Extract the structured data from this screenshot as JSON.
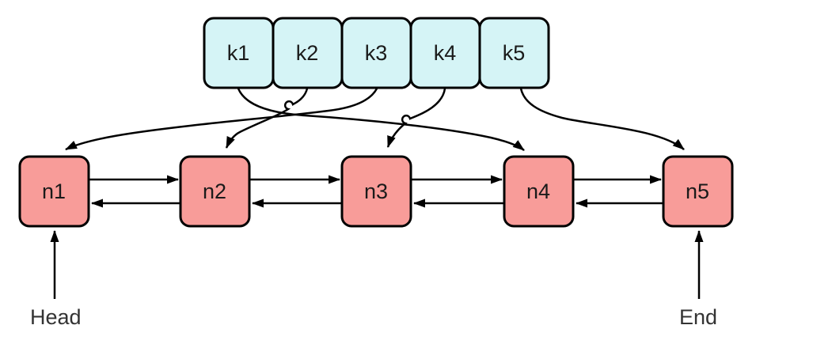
{
  "keys": [
    {
      "id": "k1",
      "label": "k1"
    },
    {
      "id": "k2",
      "label": "k2"
    },
    {
      "id": "k3",
      "label": "k3"
    },
    {
      "id": "k4",
      "label": "k4"
    },
    {
      "id": "k5",
      "label": "k5"
    }
  ],
  "nodes": [
    {
      "id": "n1",
      "label": "n1"
    },
    {
      "id": "n2",
      "label": "n2"
    },
    {
      "id": "n3",
      "label": "n3"
    },
    {
      "id": "n4",
      "label": "n4"
    },
    {
      "id": "n5",
      "label": "n5"
    }
  ],
  "pointers": {
    "head": "Head",
    "end": "End"
  },
  "edges": {
    "key_to_node": [
      {
        "from": "k1",
        "to": "n4"
      },
      {
        "from": "k2",
        "to": "n2"
      },
      {
        "from": "k3",
        "to": "n1"
      },
      {
        "from": "k4",
        "to": "n3"
      },
      {
        "from": "k5",
        "to": "n5"
      }
    ],
    "linked_list": {
      "type": "doubly-linked",
      "order": [
        "n1",
        "n2",
        "n3",
        "n4",
        "n5"
      ]
    },
    "pointer_targets": [
      {
        "from": "Head",
        "to": "n1"
      },
      {
        "from": "End",
        "to": "n5"
      }
    ]
  },
  "colors": {
    "key_fill": "#d5f4f6",
    "node_fill": "#f89c99",
    "stroke": "#000000",
    "background": "#ffffff"
  }
}
